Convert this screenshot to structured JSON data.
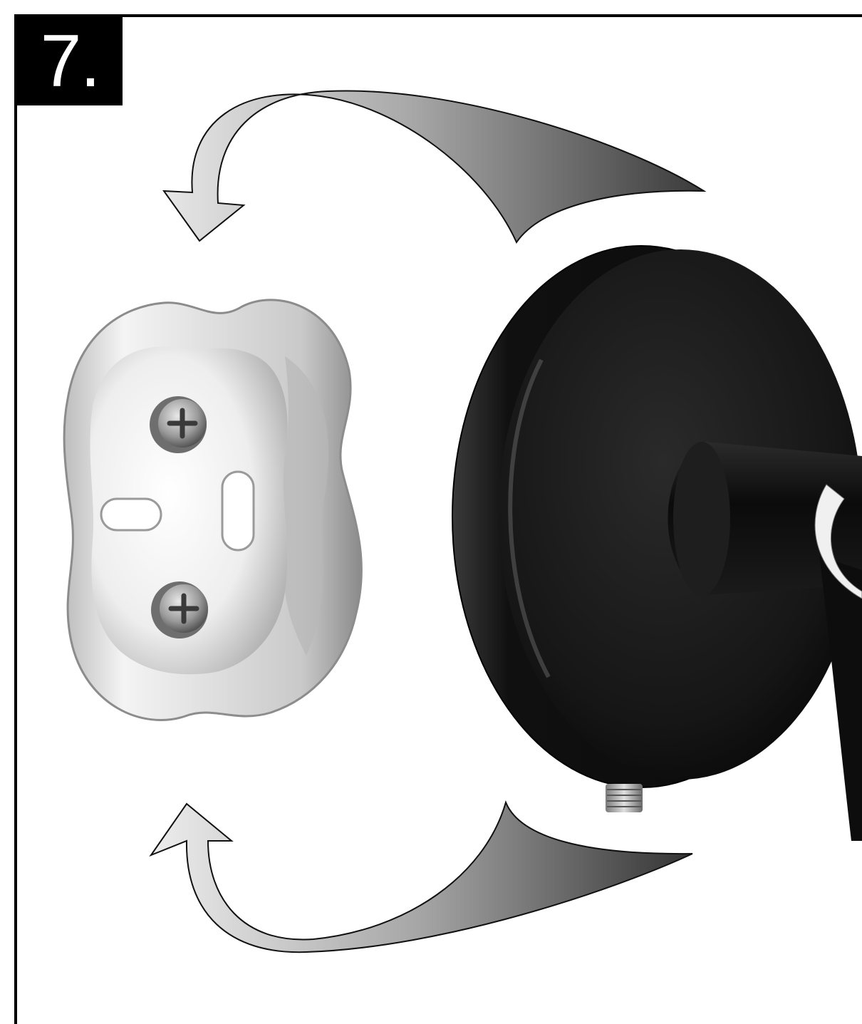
{
  "step": {
    "number_label": "7."
  },
  "icons": {
    "top_arrow": "curved-arrow-left",
    "bottom_arrow": "curved-arrow-left",
    "bracket": "mounting-bracket",
    "flange": "wall-flange"
  },
  "colors": {
    "frame": "#000000",
    "badge_background": "#000000",
    "badge_text": "#ffffff",
    "flange": "#141414",
    "bracket": "#d9d9d9"
  }
}
